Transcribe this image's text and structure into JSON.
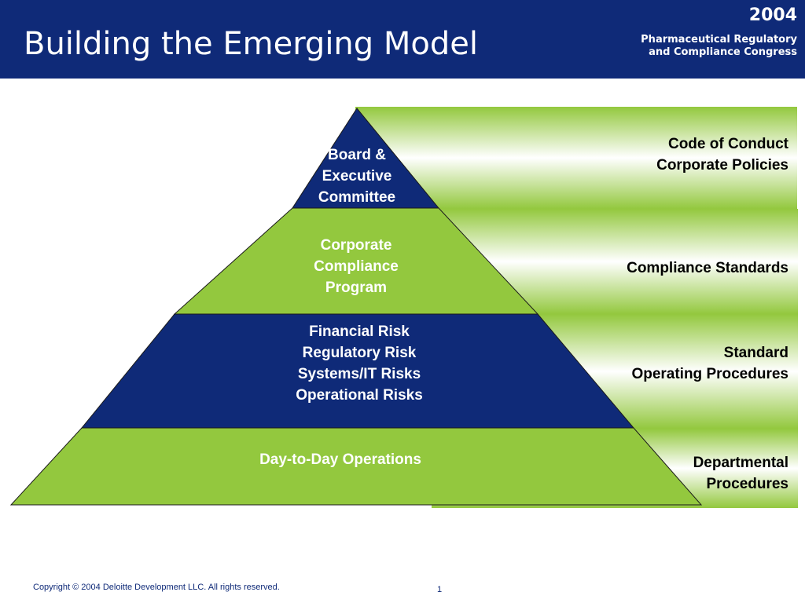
{
  "header": {
    "title": "Building the Emerging Model",
    "event_year": "2004",
    "event_name_line1": "Pharmaceutical Regulatory",
    "event_name_line2": "and Compliance Congress"
  },
  "colors": {
    "navy": "#0f2a78",
    "green": "#93c83e",
    "white": "#ffffff"
  },
  "pyramid": {
    "tiers": [
      {
        "lines": [
          "Board &",
          "Executive",
          "Committee"
        ]
      },
      {
        "lines": [
          "Corporate",
          "Compliance",
          "Program"
        ]
      },
      {
        "lines": [
          "Financial Risk",
          "Regulatory Risk",
          "Systems/IT Risks",
          "Operational Risks"
        ]
      },
      {
        "lines": [
          "Day-to-Day Operations"
        ]
      }
    ]
  },
  "bands": [
    {
      "lines": [
        "Code of Conduct",
        "Corporate Policies"
      ]
    },
    {
      "lines": [
        "Compliance Standards"
      ]
    },
    {
      "lines": [
        "Standard",
        "Operating Procedures"
      ]
    },
    {
      "lines": [
        "Departmental",
        "Procedures"
      ]
    }
  ],
  "footer": {
    "copyright": "Copyright © 2004 Deloitte Development LLC. All rights reserved.",
    "page_number": "1"
  }
}
